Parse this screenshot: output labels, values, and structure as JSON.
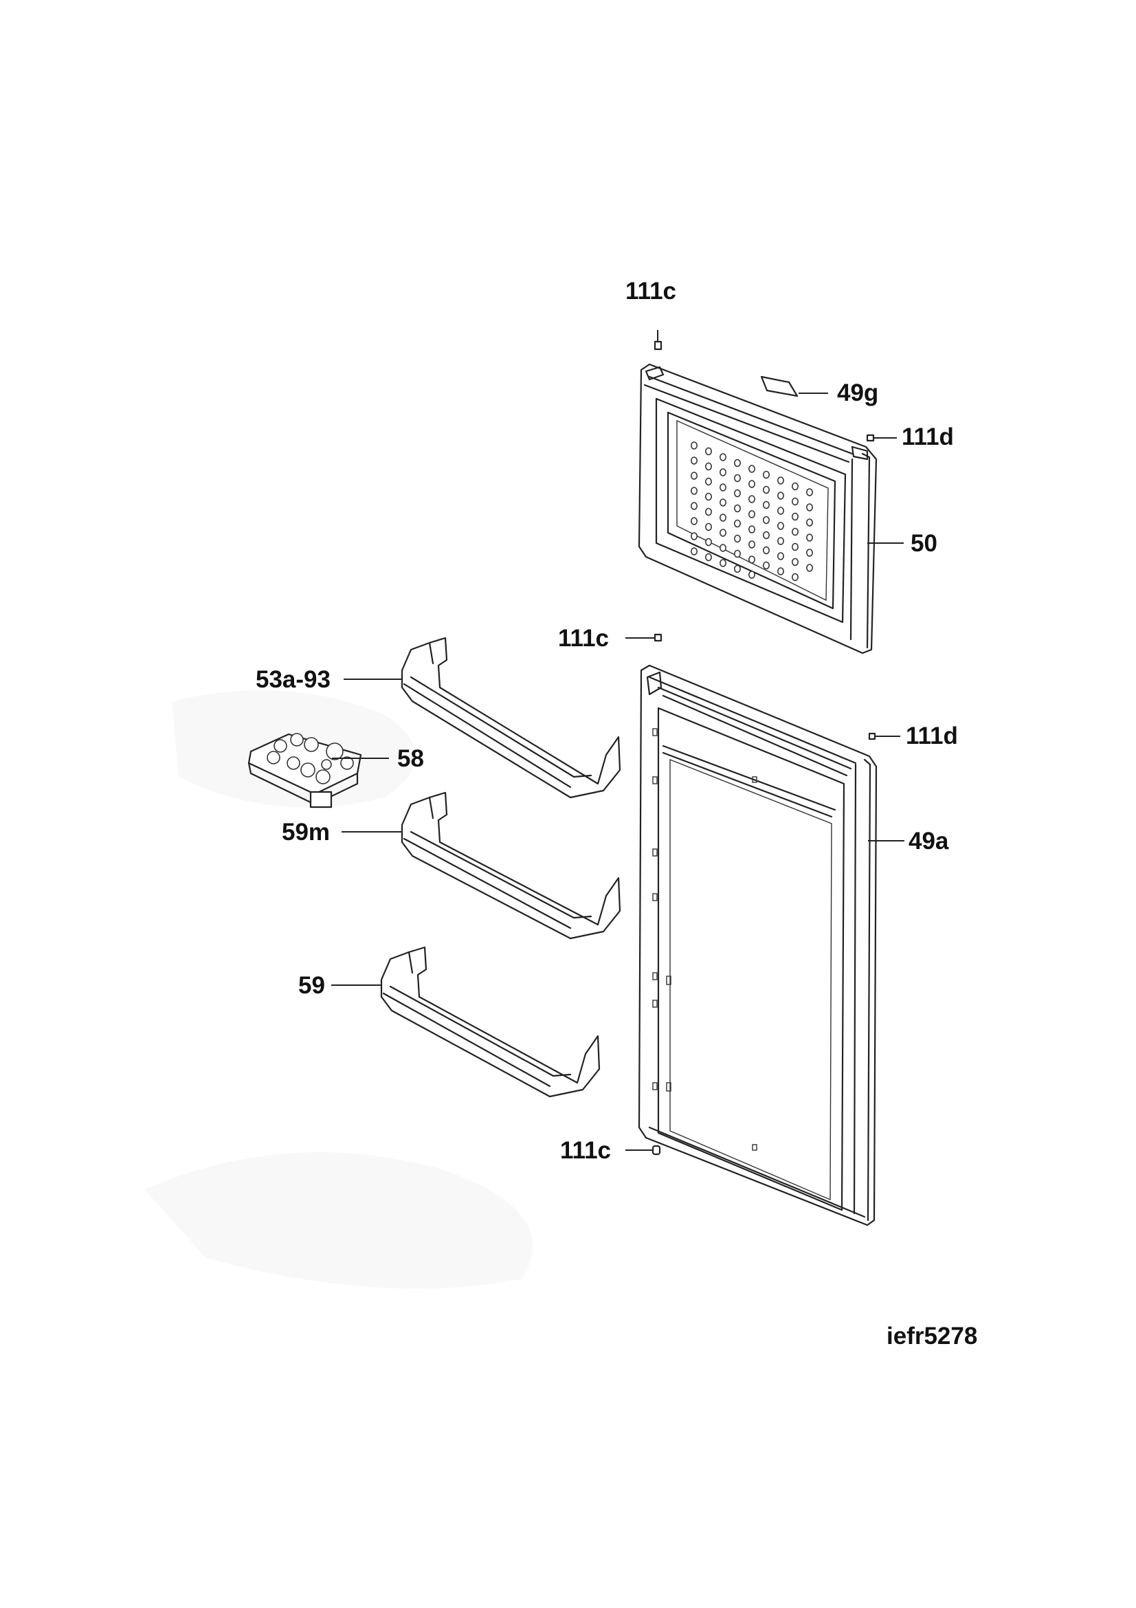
{
  "labels": {
    "p111c_top": "111c",
    "p49g": "49g",
    "p111d_top": "111d",
    "p50": "50",
    "p111c_mid": "111c",
    "p53a_93": "53a-93",
    "p111d_mid": "111d",
    "p58": "58",
    "p59m": "59m",
    "p49a": "49a",
    "p59": "59",
    "p111c_bot": "111c",
    "diagram_id": "iefr5278"
  }
}
